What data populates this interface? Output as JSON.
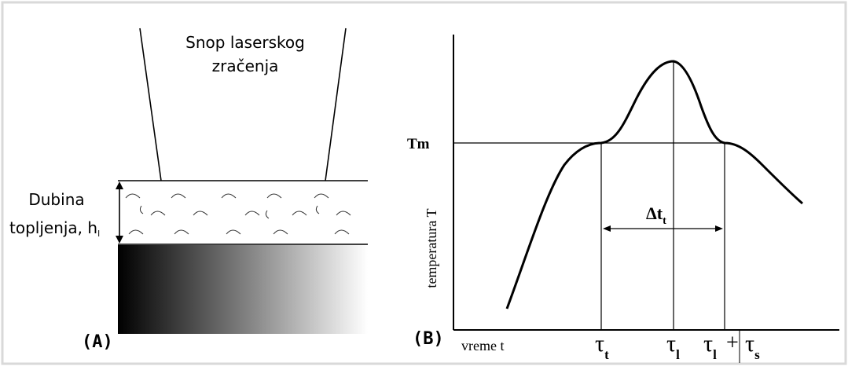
{
  "panel_a": {
    "label": "(A)",
    "beam_label_line1": "Snop laserskog",
    "beam_label_line2": "zračenja",
    "depth_label_line1": "Dubina",
    "depth_label_line2": "topljenja, h",
    "depth_label_subscript": "l"
  },
  "panel_b": {
    "label": "(B)",
    "y_axis_label": "temperatura T",
    "x_axis_label": "vreme t",
    "melt_level_label": "Tm",
    "interval_label": "Δt",
    "interval_subscript": "t",
    "tick_labels": [
      {
        "symbol": "τ",
        "sub": "t"
      },
      {
        "symbol": "τ",
        "sub": "l"
      },
      {
        "symbol": "τ",
        "sub": "l"
      },
      {
        "symbol": "+",
        "sub": ""
      },
      {
        "symbol": "τ",
        "sub": "s"
      }
    ]
  },
  "colors": {
    "border": "#d9d9d9",
    "line": "#000000",
    "gradient_dark": "#000000",
    "gradient_light": "#ffffff"
  }
}
